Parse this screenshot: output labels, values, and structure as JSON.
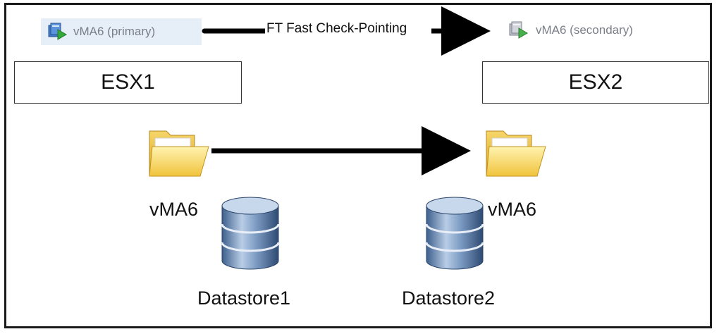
{
  "diagram": {
    "primary_vm": {
      "label": "vMA6 (primary)",
      "icon": "vm-running-icon"
    },
    "secondary_vm": {
      "label": "vMA6 (secondary)",
      "icon": "vm-running-icon"
    },
    "replication_label": "FT Fast Check-Pointing",
    "hosts": [
      {
        "label": "ESX1"
      },
      {
        "label": "ESX2"
      }
    ],
    "folders": [
      {
        "label": "vMA6",
        "icon": "folder-icon"
      },
      {
        "label": "vMA6",
        "icon": "folder-icon"
      }
    ],
    "datastores": [
      {
        "label": "Datastore1",
        "icon": "database-icon"
      },
      {
        "label": "Datastore2",
        "icon": "database-icon"
      }
    ]
  }
}
